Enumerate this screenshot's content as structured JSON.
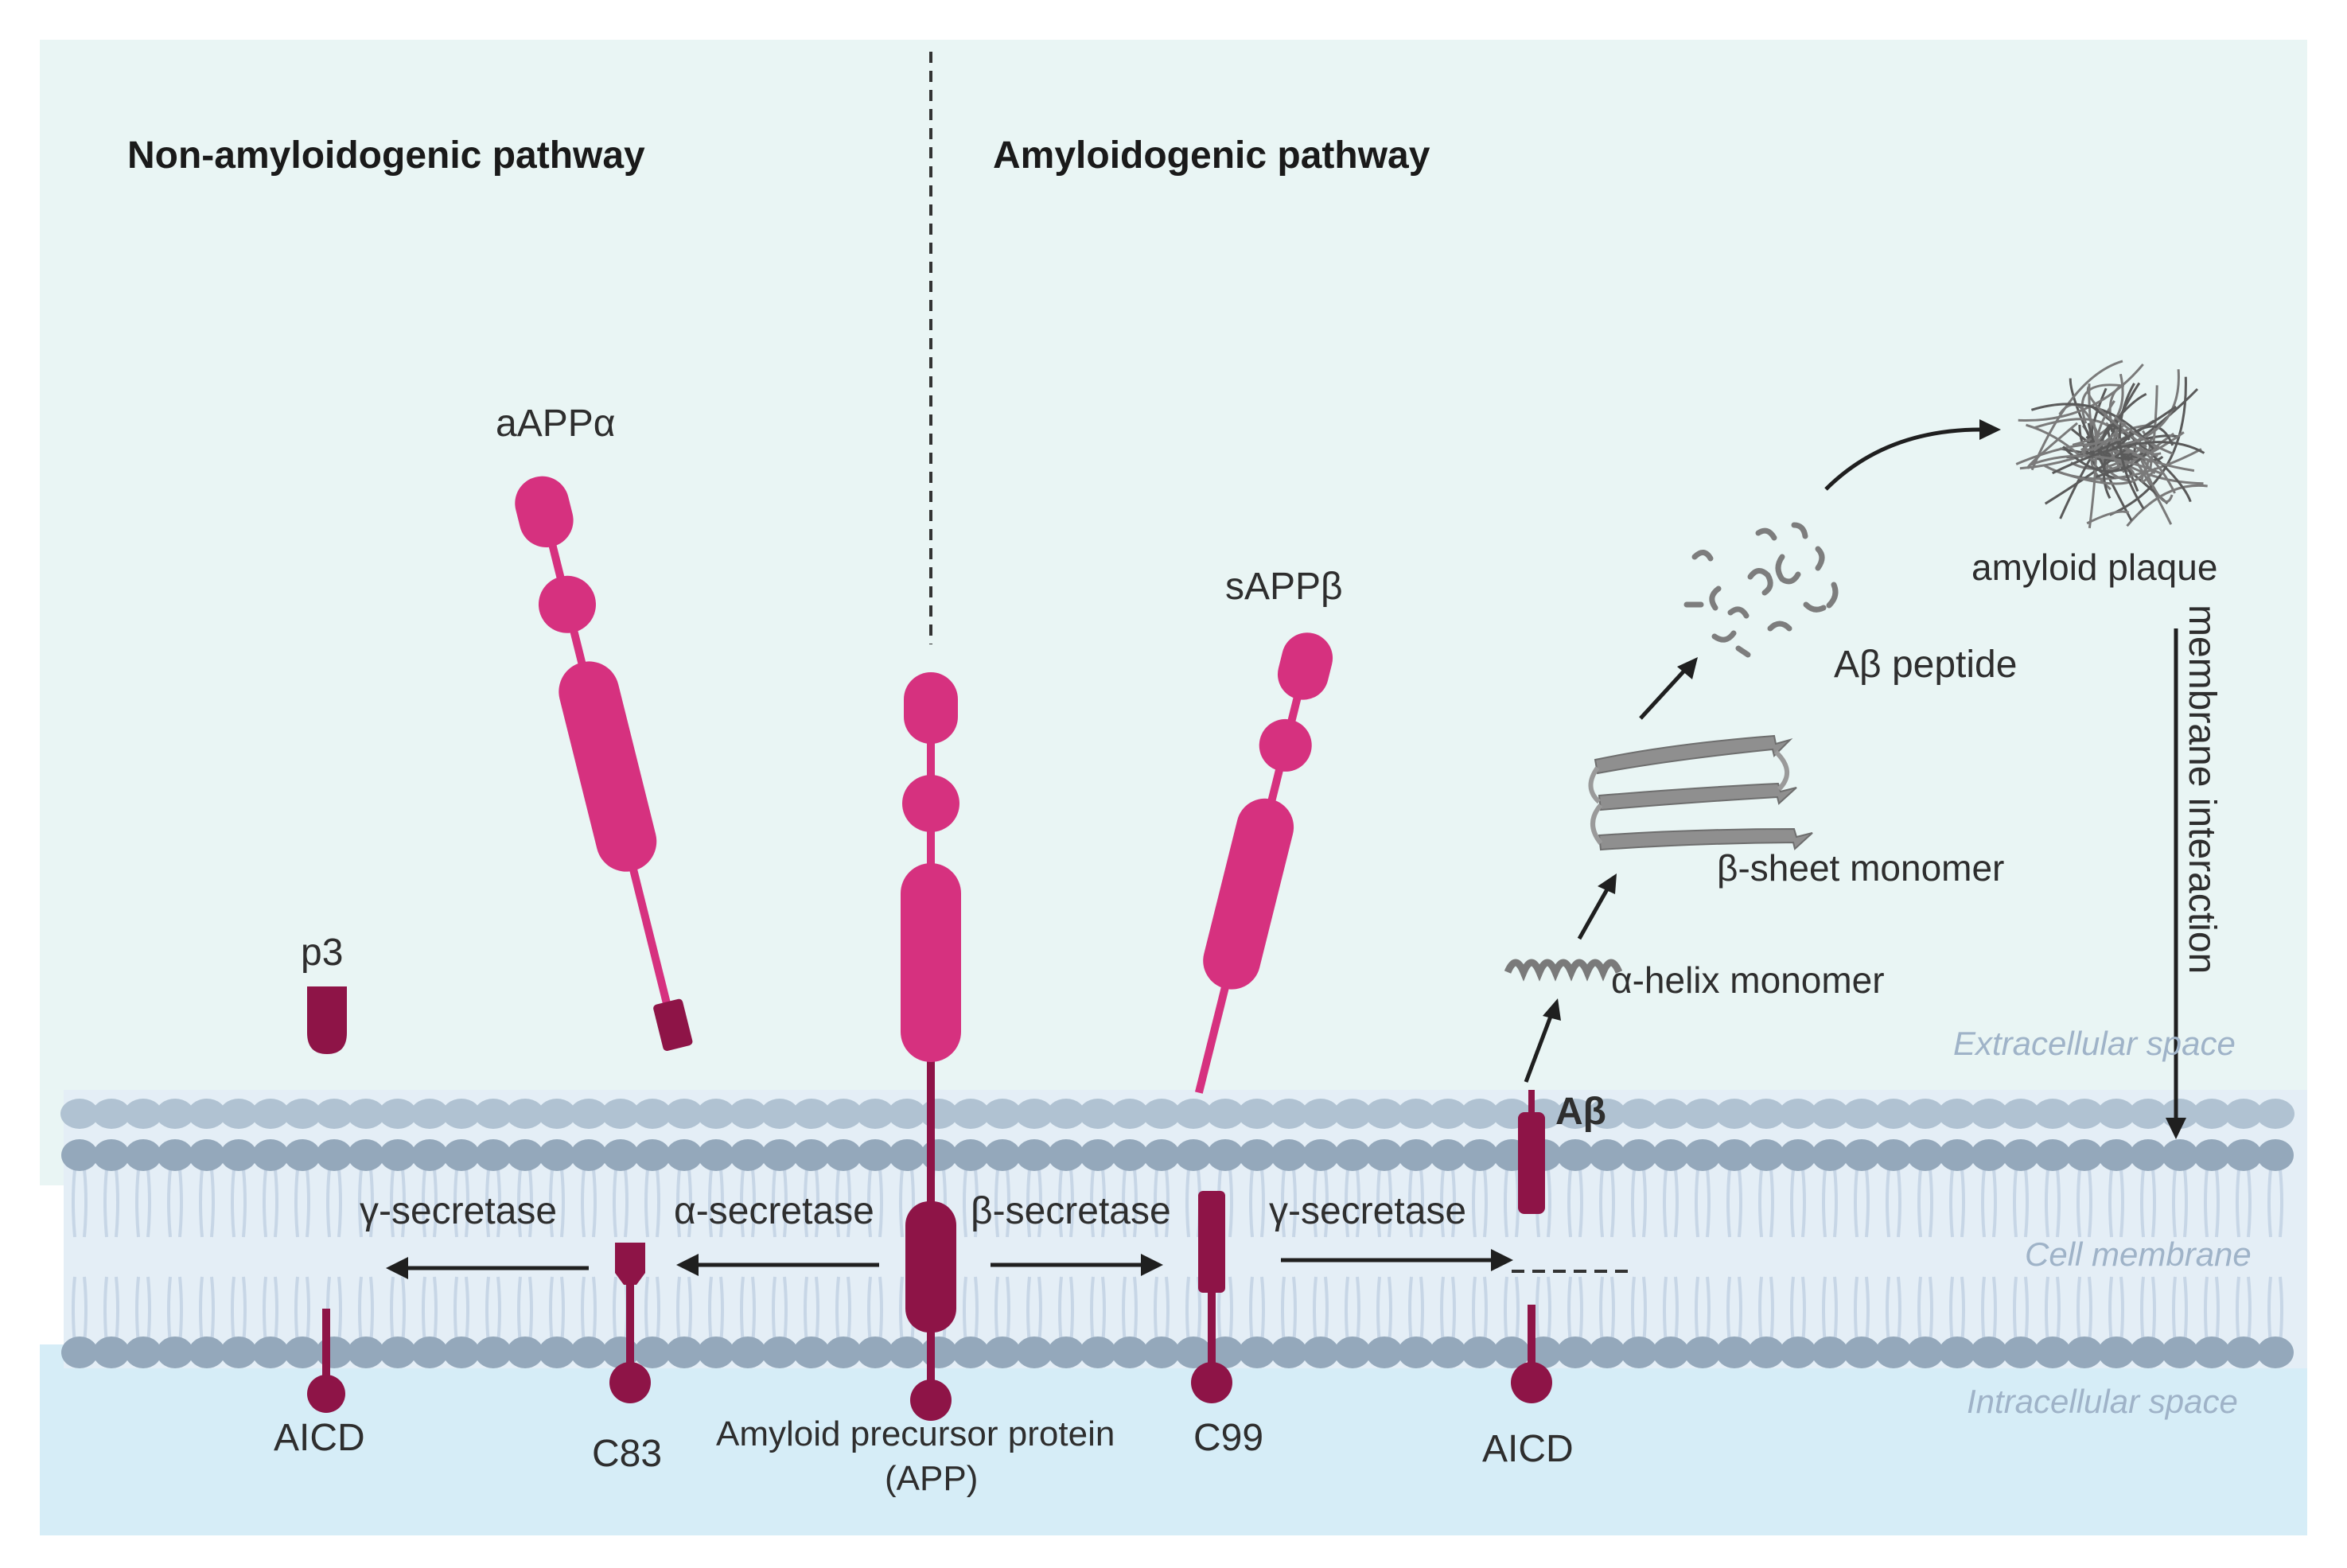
{
  "headers": {
    "non_amyloidogenic": "Non-amyloidogenic pathway",
    "amyloidogenic": "Amyloidogenic pathway"
  },
  "labels": {
    "saPPa": "aAPPα",
    "sappb": "sAPPβ",
    "p3": "p3",
    "amyloid_plaque": "amyloid plaque",
    "ab_peptide": "Aβ peptide",
    "b_sheet": "β-sheet monomer",
    "a_helix": "α-helix monomer",
    "ab": "Aβ",
    "membrane_interaction": "membrane interaction",
    "app_line1": "Amyloid precursor protein",
    "app_line2": "(APP)",
    "c83": "C83",
    "c99": "C99",
    "aicd_left": "AICD",
    "aicd_right": "AICD"
  },
  "enzymes": {
    "gamma_left": "γ-secretase",
    "alpha": "α-secretase",
    "beta": "β-secretase",
    "gamma_right": "γ-secretase"
  },
  "regions": {
    "extracellular": "Extracellular space",
    "membrane": "Cell membrane",
    "intracellular": "Intracellular space"
  },
  "colors": {
    "extracellular_bg": "#e9f5f4",
    "intracellular_bg": "#d6edf7",
    "membrane_head": "#94a8bb",
    "membrane_tail": "#c7d6e6",
    "protein_light": "#d6317f",
    "protein_dark": "#8e1447",
    "arrow": "#1f1f1f"
  }
}
